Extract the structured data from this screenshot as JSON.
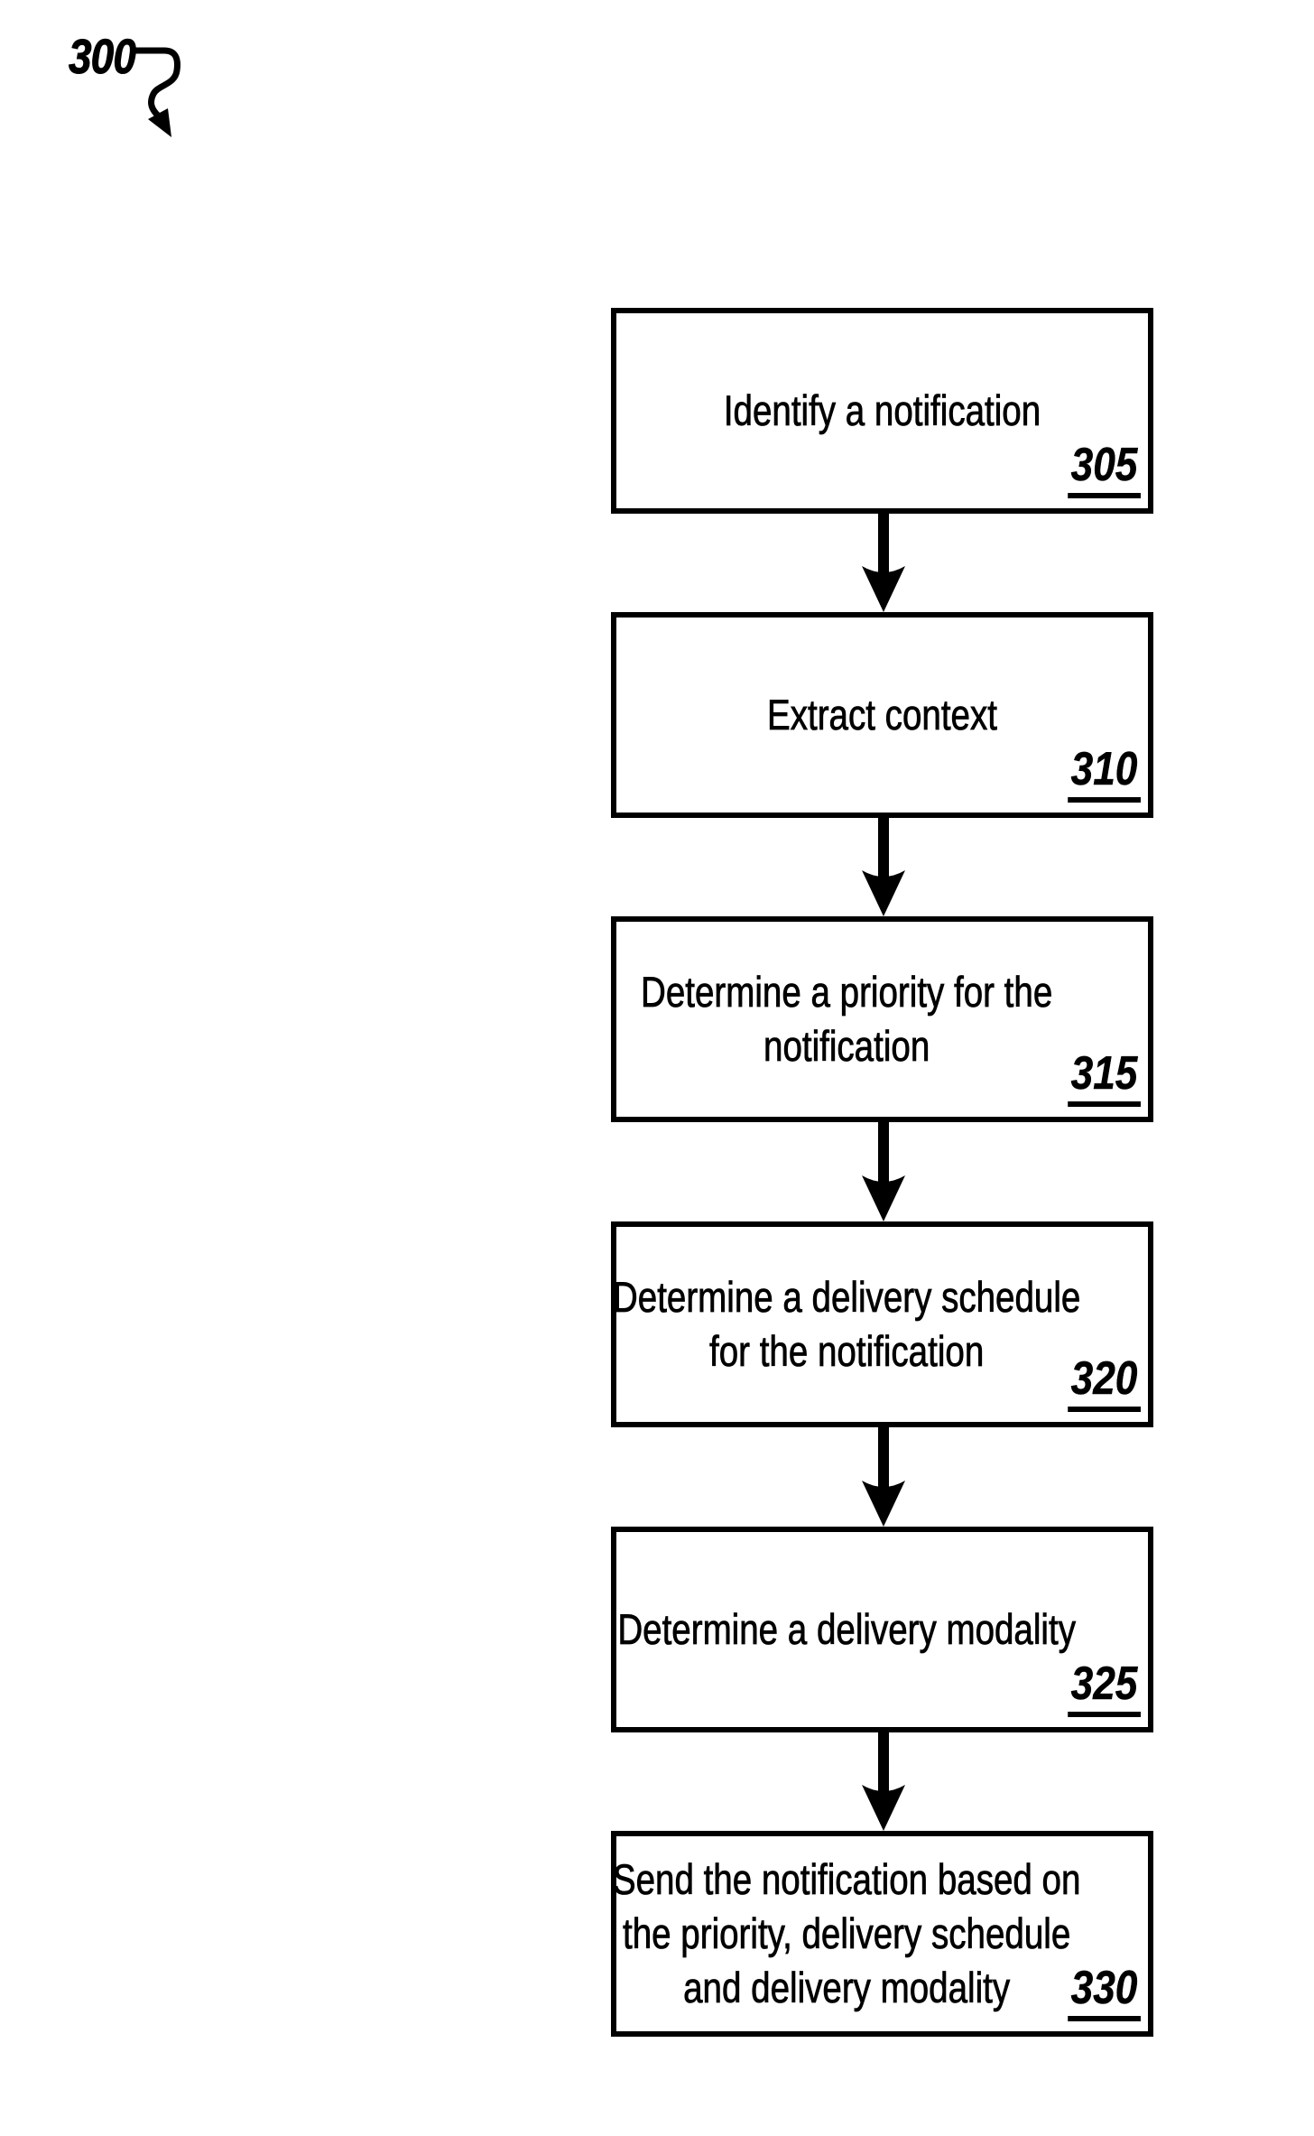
{
  "figure": {
    "label": "300"
  },
  "steps": [
    {
      "ref": "305",
      "lines": [
        "Identify a notification"
      ]
    },
    {
      "ref": "310",
      "lines": [
        "Extract context"
      ]
    },
    {
      "ref": "315",
      "lines": [
        "Determine a priority for the",
        "notification"
      ]
    },
    {
      "ref": "320",
      "lines": [
        "Determine a delivery schedule",
        "for the notification"
      ]
    },
    {
      "ref": "325",
      "lines": [
        "Determine a delivery modality"
      ]
    },
    {
      "ref": "330",
      "lines": [
        "Send the notification based on",
        "the priority, delivery schedule",
        "and delivery modality"
      ]
    }
  ],
  "colors": {
    "ink": "#000000",
    "paper": "#ffffff"
  }
}
